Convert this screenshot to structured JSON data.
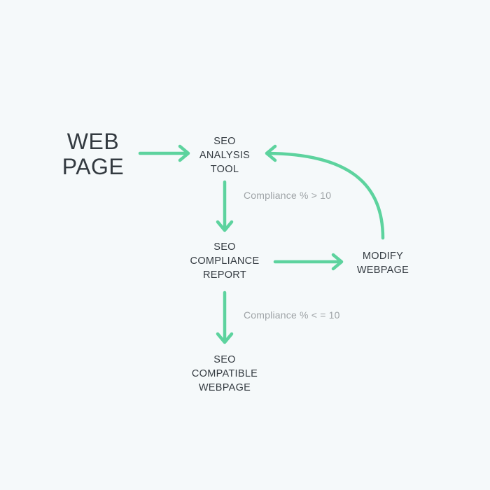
{
  "colors": {
    "arrow": "#5dd39e",
    "text": "#333a40",
    "condition_text": "#9ea3a6",
    "background": "#f5f9fa"
  },
  "nodes": {
    "web_page": {
      "lines": [
        "WEB",
        "PAGE"
      ]
    },
    "seo_analysis_tool": {
      "lines": [
        "SEO",
        "ANALYSIS",
        "TOOL"
      ]
    },
    "seo_compliance_report": {
      "lines": [
        "SEO",
        "COMPLIANCE",
        "REPORT"
      ]
    },
    "modify_webpage": {
      "lines": [
        "MODIFY",
        "WEBPAGE"
      ]
    },
    "seo_compatible_webpage": {
      "lines": [
        "SEO",
        "COMPATIBLE",
        "WEBPAGE"
      ]
    }
  },
  "conditions": {
    "to_report": "Compliance % > 10",
    "to_compatible": "Compliance % < = 10"
  }
}
